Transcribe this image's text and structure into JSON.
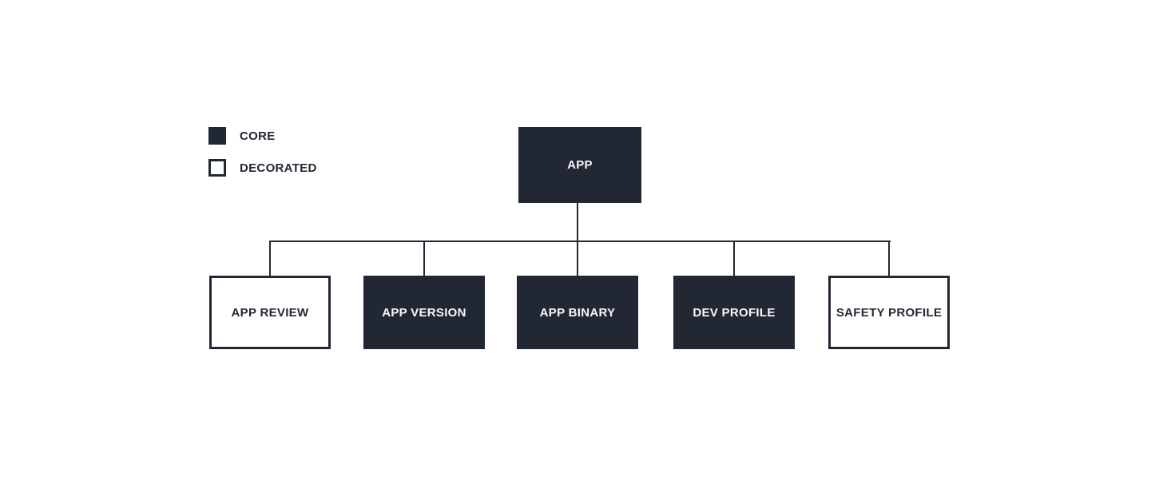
{
  "colors": {
    "node_dark": "#222833",
    "node_light": "#ffffff",
    "text_on_dark": "#f7f8fa",
    "text_on_light": "#222833",
    "connector": "#222833",
    "background": "#ffffff"
  },
  "legend": {
    "items": [
      {
        "label": "CORE",
        "type": "core"
      },
      {
        "label": "DECORATED",
        "type": "decorated"
      }
    ]
  },
  "tree": {
    "root": {
      "label": "APP",
      "type": "core"
    },
    "children": [
      {
        "label": "APP REVIEW",
        "type": "decorated"
      },
      {
        "label": "APP VERSION",
        "type": "core"
      },
      {
        "label": "APP BINARY",
        "type": "core"
      },
      {
        "label": "DEV PROFILE",
        "type": "core"
      },
      {
        "label": "SAFETY PROFILE",
        "type": "decorated"
      }
    ]
  }
}
